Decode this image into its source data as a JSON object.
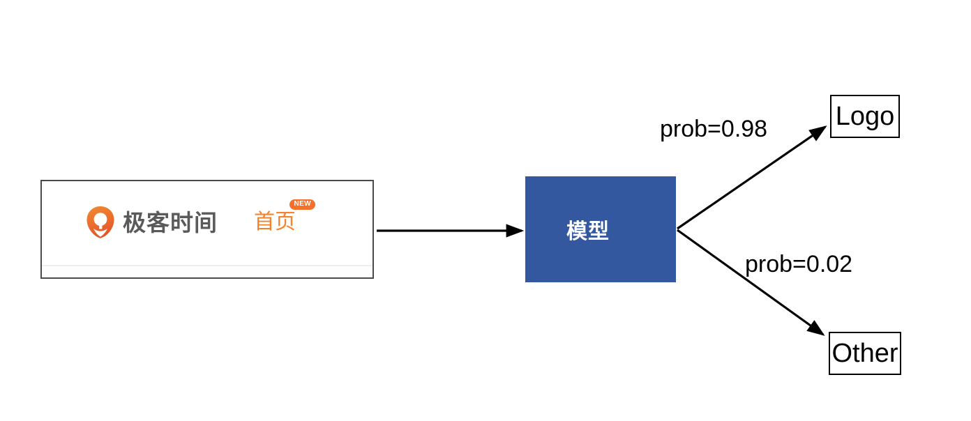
{
  "diagram": {
    "title": "model-classification-flow",
    "colors": {
      "model_box_blue": "#33589f",
      "brand_orange": "#f5822c",
      "badge_orange": "#f5702a",
      "brand_text_gray": "#5a5a5a",
      "arrow_black": "#000000",
      "screenshot_border_gray": "#4a4a4a"
    }
  },
  "screenshot": {
    "name": "geektime-website-screenshot",
    "brand": {
      "logo_icon": "geektime-pin-logo-icon",
      "name": "极客时间"
    },
    "nav": {
      "home_label": "首页",
      "new_badge": "NEW"
    }
  },
  "model": {
    "label": "模型"
  },
  "outcomes": [
    {
      "id": "logo",
      "label": "Logo",
      "edge_label": "prob=0.98"
    },
    {
      "id": "other",
      "label": "Other",
      "edge_label": "prob=0.02"
    }
  ],
  "edges": [
    {
      "id": "input-to-model",
      "label": ""
    },
    {
      "id": "model-to-logo",
      "label": "prob=0.98"
    },
    {
      "id": "model-to-other",
      "label": "prob=0.02"
    }
  ]
}
